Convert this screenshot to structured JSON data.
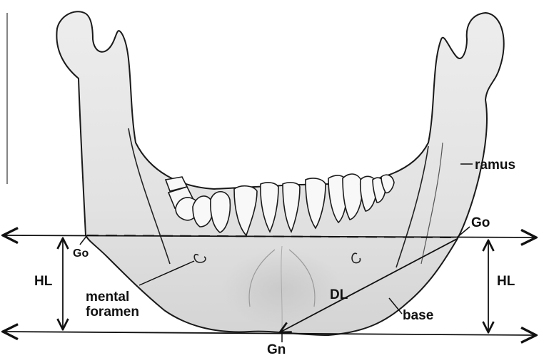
{
  "labels": {
    "ramus": "ramus",
    "go_right": "Go",
    "go_left": "Go",
    "hl_left": "HL",
    "hl_right": "HL",
    "mental_1": "mental",
    "mental_2": "foramen",
    "dl": "DL",
    "base": "base",
    "gn": "Gn"
  }
}
